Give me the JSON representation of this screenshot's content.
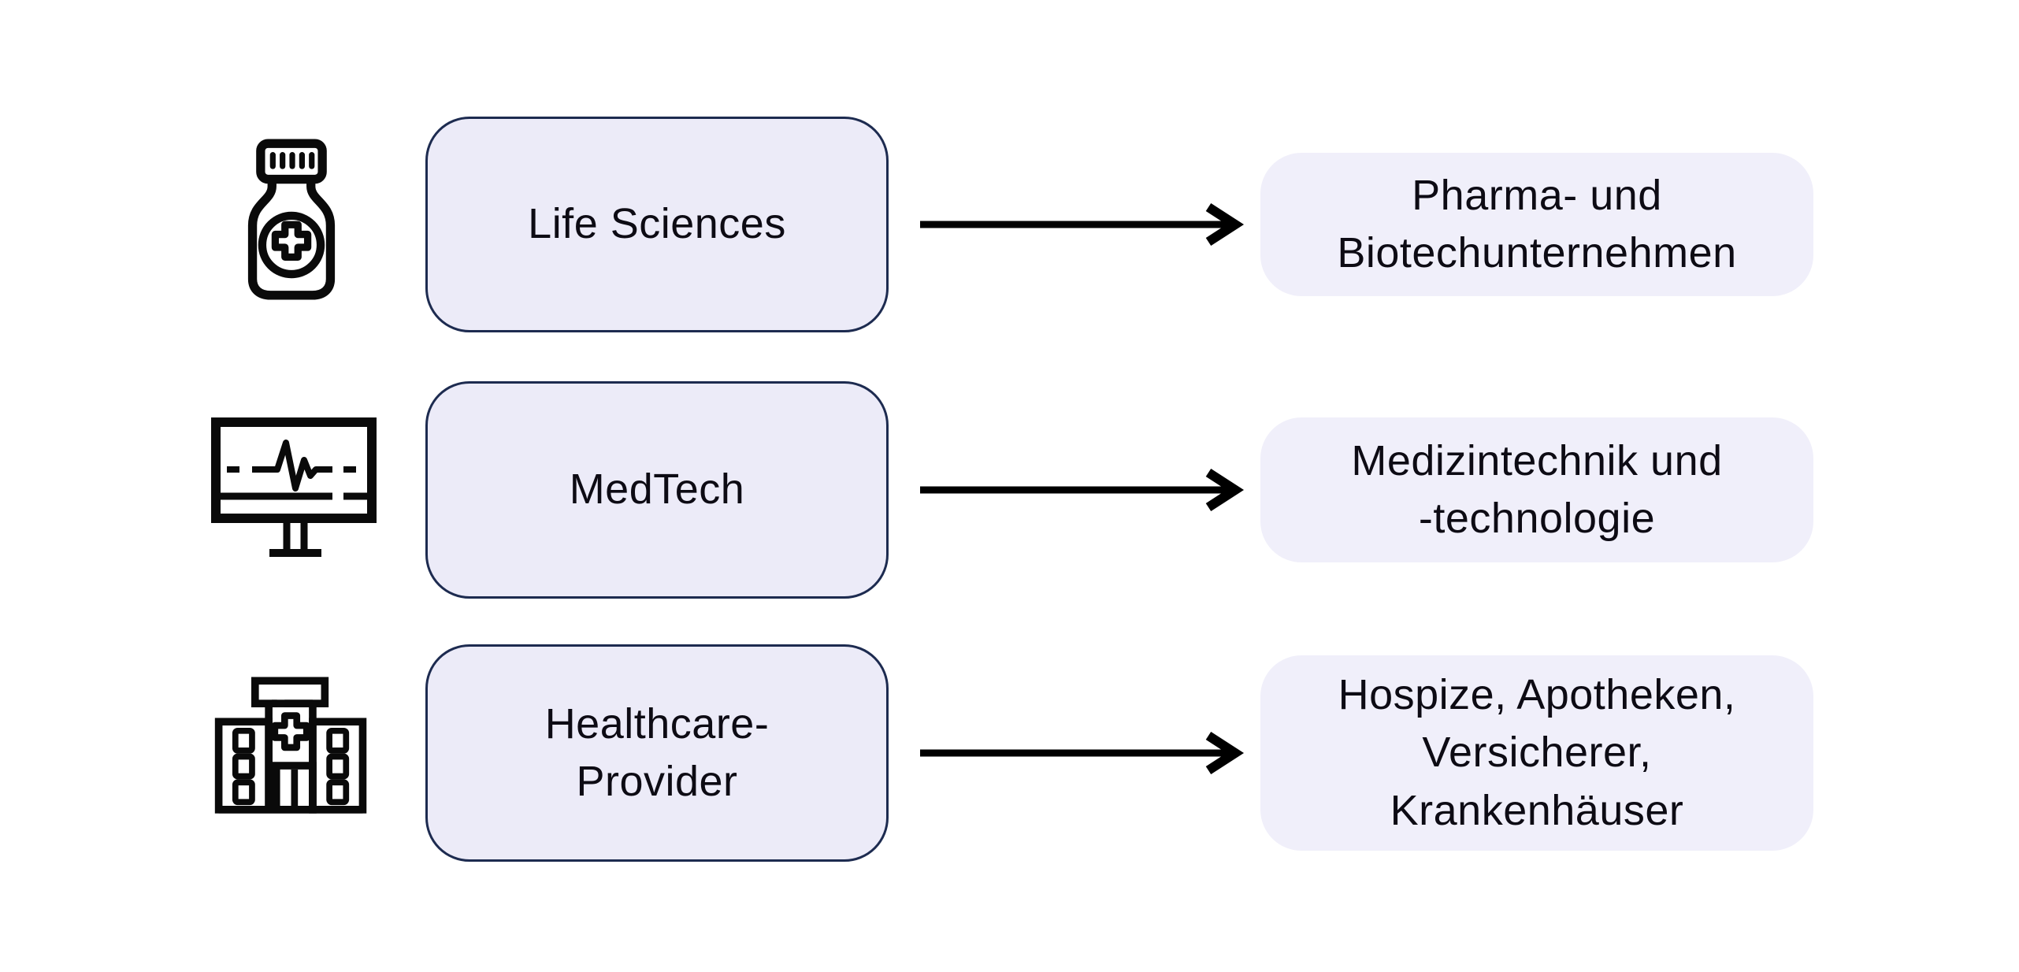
{
  "diagram": {
    "description_rows": [
      {
        "icon": "medicine-bottle-icon",
        "source_label": "Life Sciences",
        "target_label": "Pharma- und\nBiotechunternehmen"
      },
      {
        "icon": "heart-monitor-icon",
        "source_label": "MedTech",
        "target_label": "Medizintechnik und\n-technologie"
      },
      {
        "icon": "hospital-icon",
        "source_label": "Healthcare-\nProvider",
        "target_label": "Hospize, Apotheken,\nVersicherer,\nKrankenhäuser"
      }
    ]
  },
  "colors": {
    "left_box_fill": "#ECEBF8",
    "left_box_border": "#1D2B50",
    "right_box_fill": "#F0EFFA",
    "text_color": "#0D0B14",
    "icon_color": "#0A0A0A",
    "arrow_color": "#000000",
    "page_bg": "#FFFFFF"
  }
}
